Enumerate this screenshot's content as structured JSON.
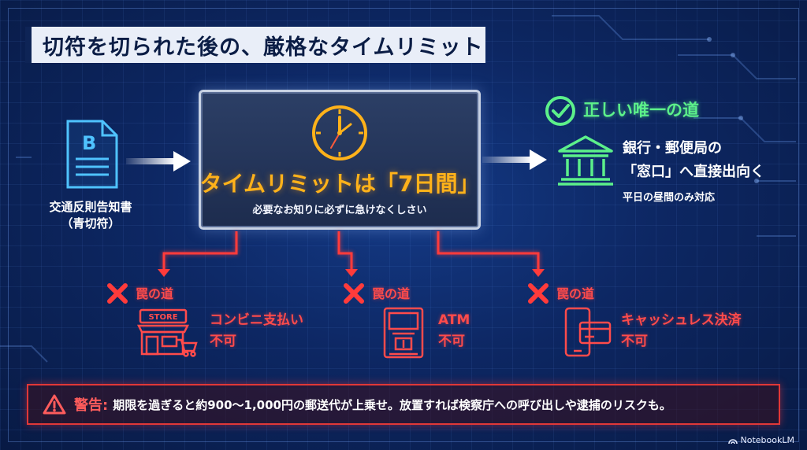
{
  "title": "切符を切られた後の、厳格なタイムリミット",
  "document": {
    "icon_letter": "B",
    "label_line1": "交通反則告知書",
    "label_line2": "（青切符）"
  },
  "center": {
    "title": "タイムリミットは「7日間」",
    "subtitle": "必要なお知りに必ずに急けなくしさい"
  },
  "right": {
    "heading": "正しい唯一の道",
    "line1": "銀行・郵便局の",
    "line2": "「窓口」へ直接出向く",
    "note": "平日の昼間のみ対応"
  },
  "traps": [
    {
      "label": "罠の道",
      "desc_line1": "コンビニ支払い",
      "desc_line2": "不可",
      "icon": "convenience-store-icon",
      "store_sign": "STORE"
    },
    {
      "label": "罠の道",
      "desc_line1": "ATM",
      "desc_line2": "不可",
      "icon": "atm-icon"
    },
    {
      "label": "罠の道",
      "desc_line1": "キャッシュレス決済",
      "desc_line2": "不可",
      "icon": "cashless-payment-icon"
    }
  ],
  "warning": {
    "label": "警告:",
    "text": "期限を過ぎると約900〜1,000円の郵送代が上乗せ。放置すれば検察庁への呼び出しや逮捕のリスクも。"
  },
  "brand": "NotebookLM",
  "colors": {
    "accent_orange": "#ffb21a",
    "accent_green": "#5cf08a",
    "accent_red": "#ff4b4b",
    "background": "#0b1e4a",
    "document_blue": "#4fc3ff"
  }
}
